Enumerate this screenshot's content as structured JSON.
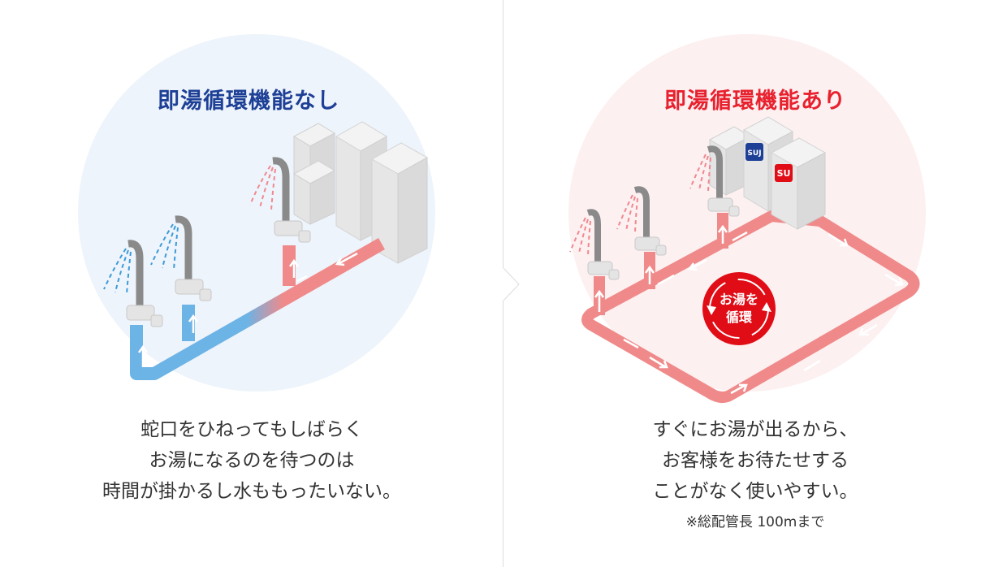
{
  "colors": {
    "blue_title": "#1d3f96",
    "red_title": "#e8212e",
    "cold_pipe": "#6cb3e6",
    "hot_pipe": "#f08a8a",
    "badge": "#e00d17"
  },
  "left": {
    "title": "即湯循環機能なし",
    "caption": [
      "蛇口をひねってもしばらく",
      "お湯になるのを待つのは",
      "時間が掛かるし水ももったいない。"
    ]
  },
  "right": {
    "title": "即湯循環機能あり",
    "badge": {
      "line1": "お湯を",
      "line2": "循環"
    },
    "unit_labels": {
      "a": "SUJ",
      "b": "SU"
    },
    "caption": [
      "すぐにお湯が出るから、",
      "お客様をお待たせする",
      "ことがなく使いやすい。"
    ],
    "note": "※総配管長 100mまで"
  },
  "icons": {
    "faucet": "faucet-icon",
    "water_heater": "water-heater-icon",
    "flow_arrow": "flow-arrow-icon",
    "divider_chevron": "chevron-right-icon"
  }
}
